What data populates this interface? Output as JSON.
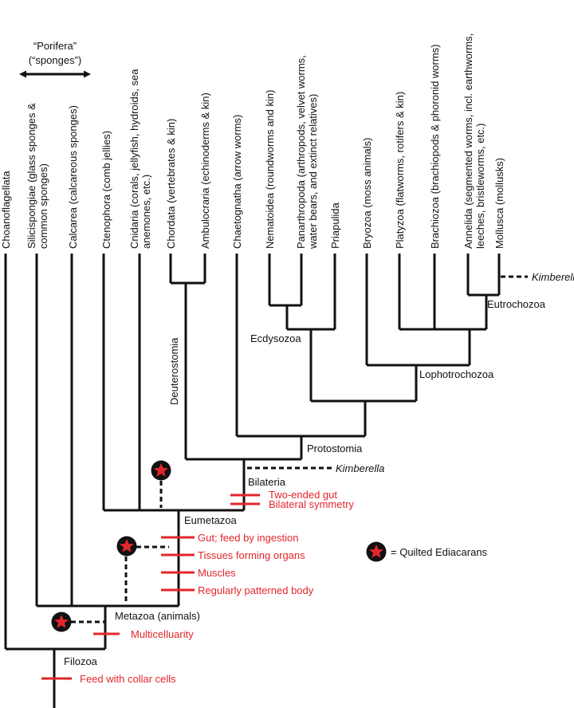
{
  "taxa": [
    "Choanoflagellata",
    "Silicispongiae (glass sponges & common sponges)",
    "Calcarea (calcareous sponges)",
    "Ctenophora (comb jellies)",
    "Cnidaria (corals, jellyfish, hydroids, sea anemones, etc.)",
    "Chordata (vertebrates & kin)",
    "Ambulocraria (echinoderms & kin)",
    "Chaetognatha (arrow worms)",
    "Nematoidea (roundworms and kin)",
    "Panarthropoda (arthropods, velvet worms, water bears, and extinct relatives)",
    "Priapulida",
    "Bryozoa (moss animals)",
    "Platyzoa (flatworms, rotifers & kin)",
    "Brachiozoa (brachiopods & phoronid worms)",
    "Annelida (segmented worms, incl. earthworms, leeches, bristleworms, etc.)",
    "Mollusca (mollusks)"
  ],
  "porifera": {
    "name": "“Porifera”",
    "common": "(“sponges”)"
  },
  "clades": {
    "filozoa": "Filozoa",
    "metazoa": "Metazoa (animals)",
    "eumetazoa": "Eumetazoa",
    "bilateria": "Bilateria",
    "deuterostomia": "Deuterostomia",
    "protostomia": "Protostomia",
    "ecdysozoa": "Ecdysozoa",
    "lophotrochozoa": "Lophotrochozoa",
    "eutrochozoa": "Eutrochozoa"
  },
  "kimberella": "Kimberella",
  "traits": {
    "collar_cells": "Feed with collar cells",
    "multicellularity": "Multicelluarity",
    "patterned_body": "Regularly patterned body",
    "muscles": "Muscles",
    "tissues": "Tissues forming organs",
    "gut": "Gut; feed by ingestion",
    "bilateral_symmetry": "Bilateral symmetry",
    "two_ended_gut": "Two-ended gut"
  },
  "legend": {
    "label": "= Quilted Ediacarans"
  },
  "colors": {
    "line": "#111111",
    "trait": "#e3262b",
    "star_fill": "#e3262b",
    "star_outline": "#111111"
  }
}
